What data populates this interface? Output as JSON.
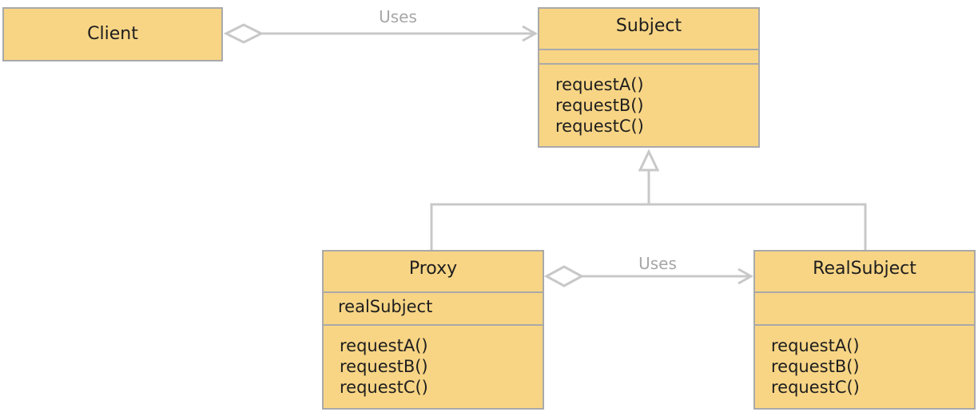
{
  "colors": {
    "class_fill": "#f8d585",
    "class_border": "#a9a9a9",
    "connector": "#c8c8c8",
    "label_text": "#a6a6a6"
  },
  "classes": {
    "client": {
      "name": "Client"
    },
    "subject": {
      "name": "Subject",
      "attributes": [],
      "operations": [
        "requestA()",
        "requestB()",
        "requestC()"
      ]
    },
    "proxy": {
      "name": "Proxy",
      "attributes": [
        "realSubject"
      ],
      "operations": [
        "requestA()",
        "requestB()",
        "requestC()"
      ]
    },
    "real_subject": {
      "name": "RealSubject",
      "attributes": [],
      "operations": [
        "requestA()",
        "requestB()",
        "requestC()"
      ]
    }
  },
  "relations": {
    "client_subject": {
      "label": "Uses",
      "kind": "aggregation"
    },
    "proxy_real_subject": {
      "label": "Uses",
      "kind": "aggregation"
    },
    "generalization": {
      "kind": "inheritance"
    }
  }
}
